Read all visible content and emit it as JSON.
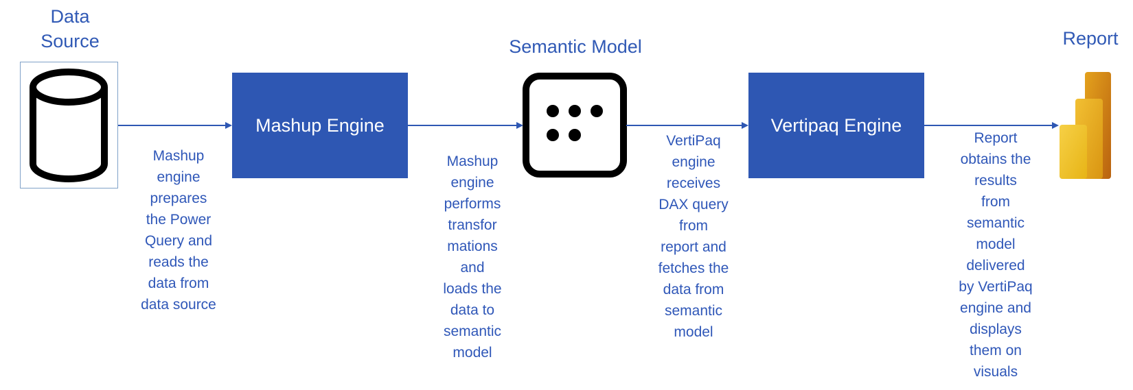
{
  "colors": {
    "box_fill": "#2E57B3",
    "text_blue": "#3059B5",
    "arrow": "#2E57B3",
    "icon_stroke": "#000000"
  },
  "nodes": {
    "data_source": {
      "title": "Data\nSource",
      "icon": "database-cylinder-icon"
    },
    "mashup_engine": {
      "label": "Mashup Engine"
    },
    "semantic_model": {
      "title": "Semantic Model",
      "icon": "dots-square-icon"
    },
    "vertipaq_engine": {
      "label": "Vertipaq Engine"
    },
    "report": {
      "title": "Report",
      "icon": "power-bi-logo-icon"
    }
  },
  "captions": {
    "ds_to_mashup": "Mashup\nengine\nprepares\nthe Power\nQuery and\nreads the\ndata from\ndata source",
    "mashup_to_model": "Mashup\nengine\nperforms\ntransfor\nmations\nand\nloads the\ndata to\nsemantic\nmodel",
    "model_to_vertipaq": "VertiPaq\nengine\nreceives\nDAX query\nfrom\nreport and\nfetches the\ndata from\nsemantic\nmodel",
    "vertipaq_to_report": "Report\nobtains the\nresults\nfrom\nsemantic\nmodel\ndelivered\nby VertiPaq\nengine and\ndisplays\nthem on\nvisuals"
  }
}
